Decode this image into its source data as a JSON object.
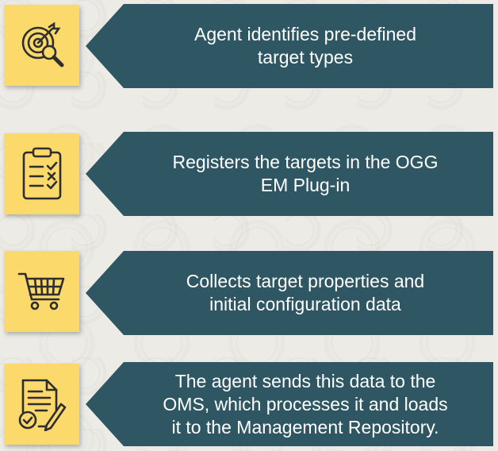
{
  "colors": {
    "background": "#ecebe6",
    "icon_box": "#fbd96a",
    "banner": "#2f5763",
    "icon_stroke": "#2e2e2e",
    "banner_text": "#ffffff"
  },
  "steps": [
    {
      "icon": "target-search-icon",
      "lines": [
        "Agent identifies pre-defined",
        "target types"
      ]
    },
    {
      "icon": "clipboard-checklist-icon",
      "lines": [
        "Registers the targets in the OGG",
        "EM Plug-in"
      ]
    },
    {
      "icon": "shopping-cart-icon",
      "lines": [
        "Collects target properties and",
        "initial configuration data"
      ]
    },
    {
      "icon": "document-approval-icon",
      "lines": [
        "The agent sends this data to the",
        "OMS, which processes it and loads",
        "it to the Management Repository."
      ]
    }
  ]
}
